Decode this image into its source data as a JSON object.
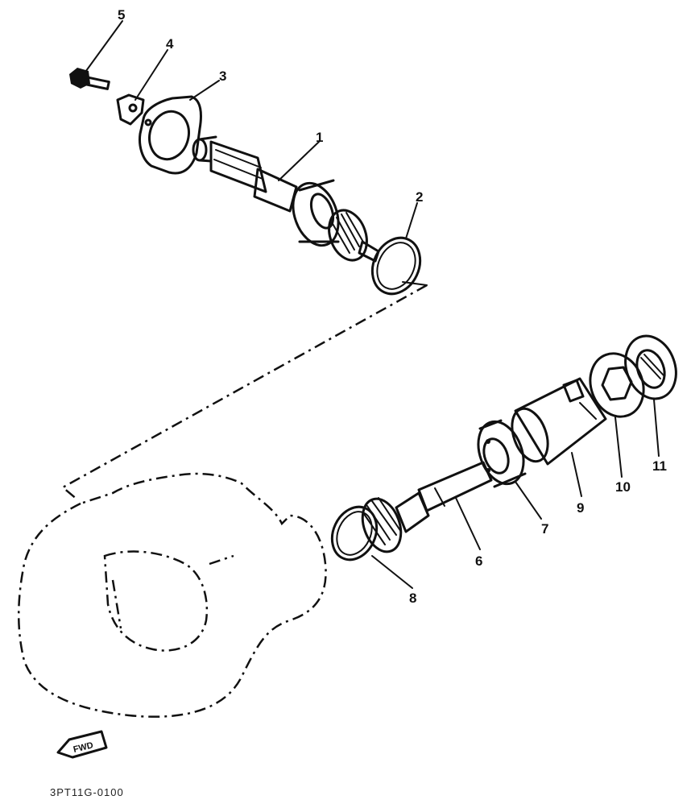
{
  "callouts": [
    {
      "id": "1",
      "text": "1"
    },
    {
      "id": "2",
      "text": "2"
    },
    {
      "id": "3",
      "text": "3"
    },
    {
      "id": "4",
      "text": "4"
    },
    {
      "id": "5",
      "text": "5"
    },
    {
      "id": "6",
      "text": "6"
    },
    {
      "id": "7",
      "text": "7"
    },
    {
      "id": "8",
      "text": "8"
    },
    {
      "id": "9",
      "text": "9"
    },
    {
      "id": "10",
      "text": "10"
    },
    {
      "id": "11",
      "text": "11"
    }
  ],
  "direction_marker": {
    "text": "FWD",
    "icon": "fwd-arrow-icon"
  },
  "drawing_code": "3PT11G-0100"
}
